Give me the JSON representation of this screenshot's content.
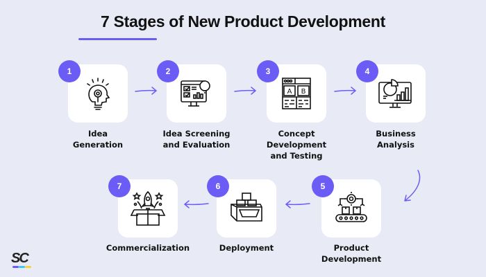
{
  "title": "7 Stages of New Product Development",
  "colors": {
    "background": "#E8EBF5",
    "accent": "#6B5CF6",
    "card": "#FFFFFF",
    "text": "#111111"
  },
  "stages": [
    {
      "number": "1",
      "line1": "Idea",
      "line2": "Generation",
      "line3": "",
      "icon": "lightbulb-head-gear-icon"
    },
    {
      "number": "2",
      "line1": "Idea Screening",
      "line2": "and Evaluation",
      "line3": "",
      "icon": "monitor-checklist-bulb-icon"
    },
    {
      "number": "3",
      "line1": "Concept",
      "line2": "Development",
      "line3": "and Testing",
      "icon": "ab-test-layout-icon"
    },
    {
      "number": "4",
      "line1": "Business",
      "line2": "Analysis",
      "line3": "",
      "icon": "monitor-pie-bar-chart-icon"
    },
    {
      "number": "5",
      "line1": "Product",
      "line2": "Development",
      "line3": "",
      "icon": "conveyor-robot-arms-icon"
    },
    {
      "number": "6",
      "line1": "Deployment",
      "line2": "",
      "line3": "",
      "icon": "box-packages-icon"
    },
    {
      "number": "7",
      "line1": "Commercialization",
      "line2": "",
      "line3": "",
      "icon": "open-box-rocket-icon"
    }
  ],
  "logo": {
    "text": "SC",
    "bar_colors": [
      "#6B5CF6",
      "#3EC7F0",
      "#F5D33A"
    ]
  }
}
